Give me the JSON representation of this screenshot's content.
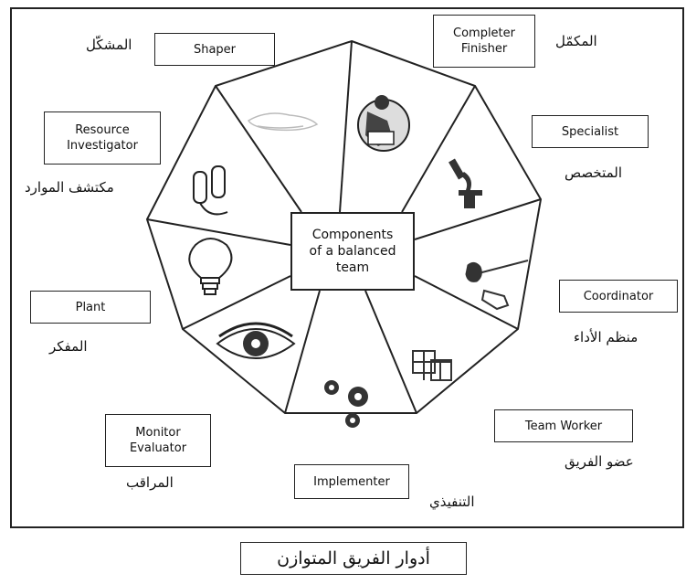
{
  "diagram": {
    "center_label": "Components\nof a balanced\nteam",
    "roles": [
      {
        "key": "shaper",
        "en": "Shaper",
        "ar": "المشكّل",
        "icon": "cloud-icon"
      },
      {
        "key": "completer",
        "en": "Completer\nFinisher",
        "ar": "المكمّل",
        "icon": "worker-icon"
      },
      {
        "key": "specialist",
        "en": "Specialist",
        "ar": "المتخصص",
        "icon": "microscope-icon"
      },
      {
        "key": "coordinator",
        "en": "Coordinator",
        "ar": "منظم الأداء",
        "icon": "conductor-icon"
      },
      {
        "key": "teamworker",
        "en": "Team Worker",
        "ar": "عضو الفريق",
        "icon": "team-icon"
      },
      {
        "key": "implementer",
        "en": "Implementer",
        "ar": "التنفيذي",
        "icon": "gears-icon"
      },
      {
        "key": "monitor",
        "en": "Monitor\nEvaluator",
        "ar": "المراقب",
        "icon": "eye-icon"
      },
      {
        "key": "plant",
        "en": "Plant",
        "ar": "المفكر",
        "icon": "lightbulb-icon"
      },
      {
        "key": "resource",
        "en": "Resource\nInvestigator",
        "ar": "مكتشف الموارد",
        "icon": "telephone-icon"
      }
    ],
    "caption": "أدوار الفريق المتوازن"
  }
}
